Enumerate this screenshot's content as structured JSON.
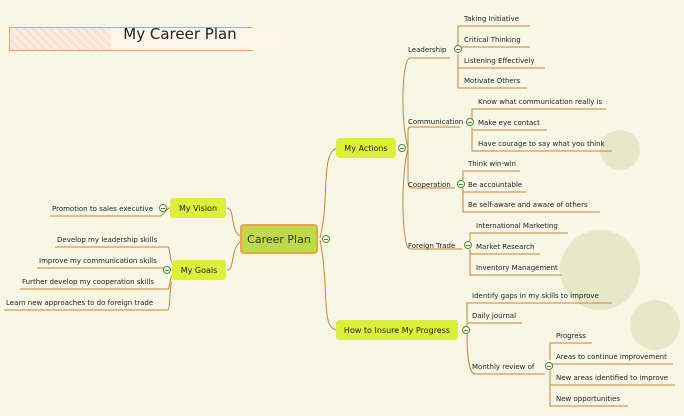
{
  "title": "My Career Plan",
  "center": "Career Plan",
  "actions": {
    "label": "My Actions",
    "leadership": {
      "label": "Leadership",
      "items": [
        "Taking Initiative",
        "Critical Thinking",
        "Listening Effectively",
        "Motivate Others"
      ]
    },
    "communication": {
      "label": "Communication",
      "items": [
        "Know what communication really is",
        "Make eye contact",
        "Have courage to say what you think"
      ]
    },
    "cooperation": {
      "label": "Cooperation",
      "items": [
        "Think win-win",
        "Be accountable",
        "Be self-aware and aware of others"
      ]
    },
    "foreign_trade": {
      "label": "Foreign Trade",
      "items": [
        "International Marketing",
        "Market Research",
        "Inventory Management"
      ]
    }
  },
  "insure": {
    "label": "How to Insure My Progress",
    "items": [
      "Identify gaps in my skills to improve",
      "Daily journal"
    ],
    "monthly": {
      "label": "Monthly review of",
      "items": [
        "Progress",
        "Areas to continue improvement",
        "New areas identified to improve",
        "New opportunities"
      ]
    }
  },
  "vision": {
    "label": "My Vision",
    "items": [
      "Promotion to sales executive"
    ]
  },
  "goals": {
    "label": "My Goals",
    "items": [
      "Develop my leadership skills",
      "Improve my communication skills",
      "Further develop my cooperation skills",
      "Learn new approaches to do foreign trade"
    ]
  },
  "colors": {
    "center_fill": "#bfd94a",
    "center_border": "#e7a64e",
    "branch_fill": "#dcef3a",
    "line": "#c8862e",
    "toggle": "#4f8a2e"
  }
}
